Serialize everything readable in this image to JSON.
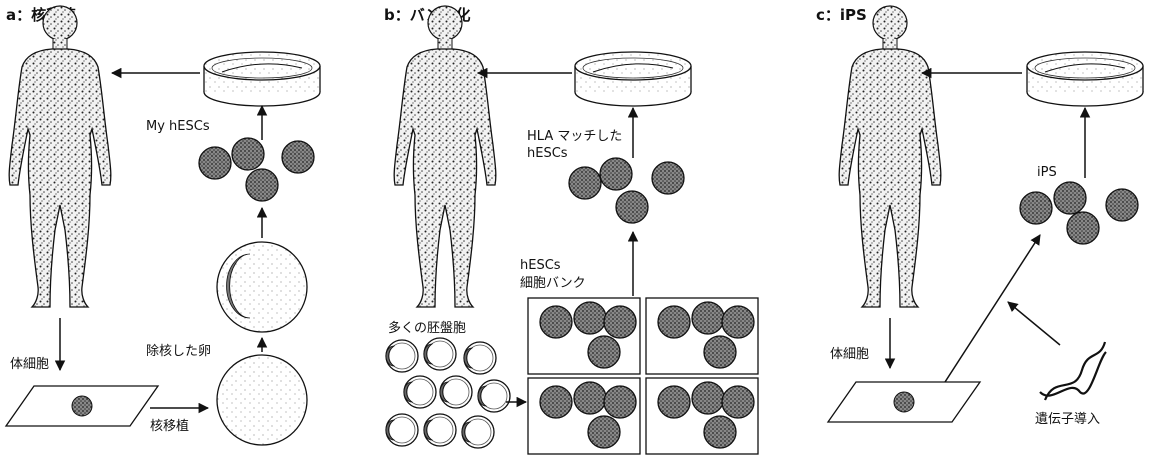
{
  "panels": {
    "a": {
      "title": "a：核移植",
      "somatic_cell": "体細胞",
      "nuclear_transfer": "核移植",
      "enucleated_egg": "除核した卵",
      "my_hescs": "My hESCs"
    },
    "b": {
      "title": "b：バンク化",
      "many_blastocysts": "多くの胚盤胞",
      "bank_line1": "hESCs",
      "bank_line2": "細胞バンク",
      "hla_line1": "HLA マッチした",
      "hla_line2": "hESCs"
    },
    "c": {
      "title": "c：iPS",
      "somatic_cell": "体細胞",
      "ips": "iPS",
      "gene_transfer": "遺伝子導入"
    }
  }
}
